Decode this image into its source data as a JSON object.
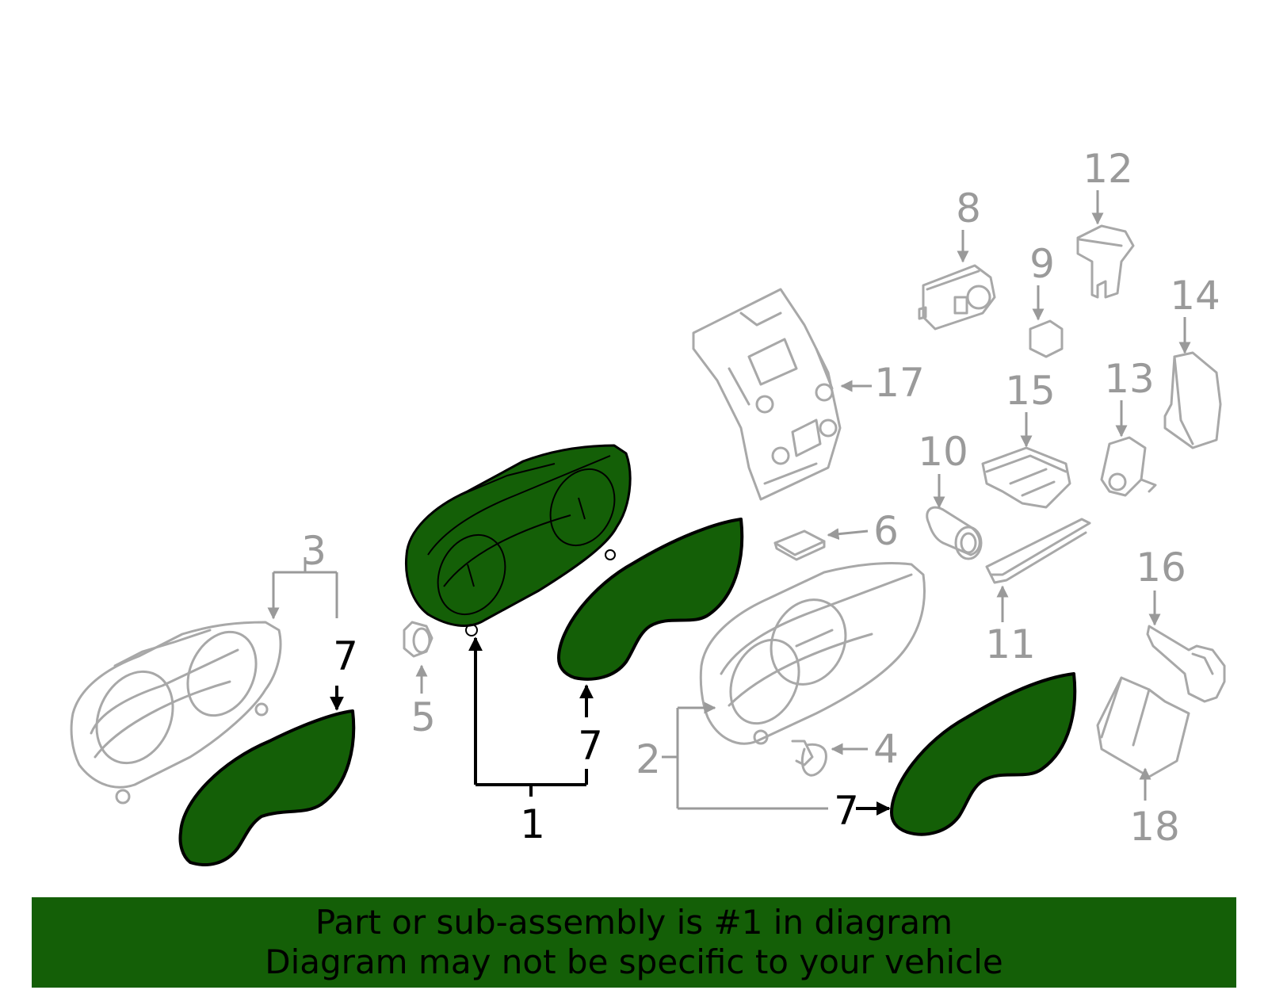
{
  "colors": {
    "highlight": "#145f07",
    "inactive_part": "#a8a8a8",
    "callout_gray": "#9a9a9a",
    "callout_black": "#000000",
    "banner": "#145f07"
  },
  "callouts": {
    "c1": "1",
    "c2": "2",
    "c3": "3",
    "c4": "4",
    "c5": "5",
    "c6": "6",
    "c7a": "7",
    "c7b": "7",
    "c7c": "7",
    "c8": "8",
    "c9": "9",
    "c10": "10",
    "c11": "11",
    "c12": "12",
    "c13": "13",
    "c14": "14",
    "c15": "15",
    "c16": "16",
    "c17": "17",
    "c18": "18"
  },
  "footer": {
    "line1": "Part or sub-assembly is #1 in diagram",
    "line2": "Diagram may not be specific to your vehicle"
  }
}
